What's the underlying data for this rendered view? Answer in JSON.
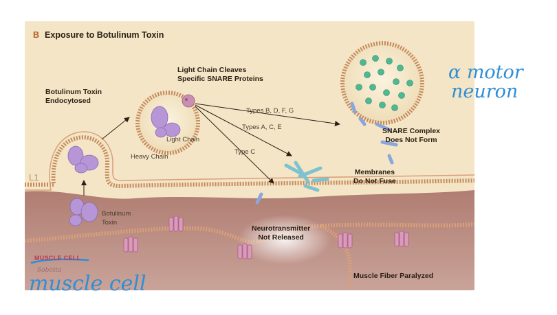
{
  "figure": {
    "panel_letter": "B",
    "title": "Exposure to Botulinum Toxin",
    "labels": {
      "toxin_endocytosed_1": "Botulinum Toxin",
      "toxin_endocytosed_2": "Endocytosed",
      "light_chain_cleaves_1": "Light Chain Cleaves",
      "light_chain_cleaves_2": "Specific SNARE Proteins",
      "light_chain": "Light Chain",
      "heavy_chain": "Heavy Chain",
      "types_bdfg": "Types B, D, F, G",
      "types_ace": "Types A, C, E",
      "type_c": "Type C",
      "snare_1": "SNARE Complex",
      "snare_2": "Does Not Form",
      "membranes_1": "Membranes",
      "membranes_2": "Do Not Fuse",
      "toxin_outside_1": "Botulinum",
      "toxin_outside_2": "Toxin",
      "nt_1": "Neurotransmitter",
      "nt_2": "Not Released",
      "muscle_paralyzed": "Muscle Fiber Paralyzed",
      "muscle_cell": "MUSCLE CELL",
      "side_mark": "L1",
      "signature": "Sobotta"
    },
    "colors": {
      "neuron_bg": "#f3e5c5",
      "muscle_bg": "#c79b8e",
      "membrane": "#c68a5e",
      "toxin": "#b796d8",
      "snare": "#8aa6dc",
      "vesicle_dots": "#4fb890"
    }
  },
  "annotations": {
    "alpha_motor_1": "α motor",
    "alpha_motor_2": "neuron",
    "muscle_cell_handwritten": "muscle cell",
    "ink_color": "#2f8ed6"
  }
}
